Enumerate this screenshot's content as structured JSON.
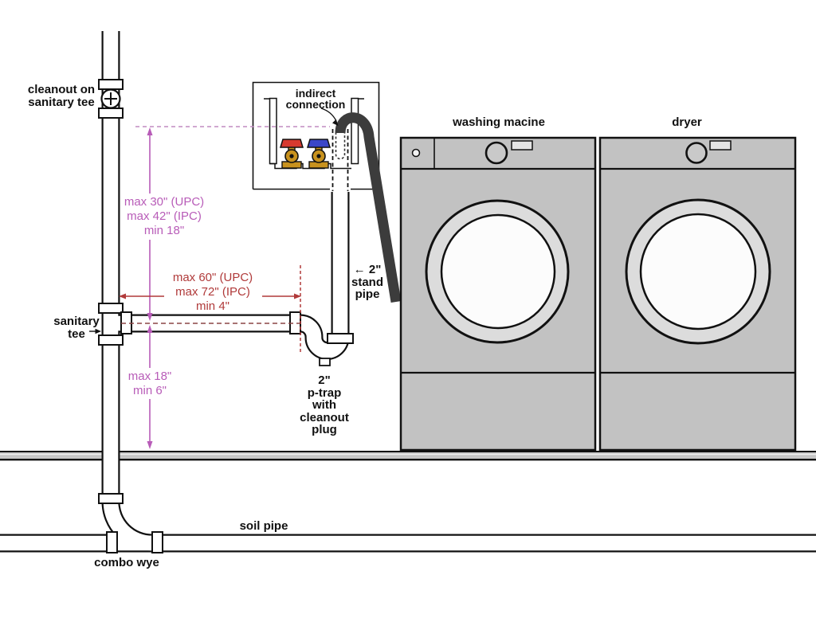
{
  "title": "washing machine standpipe plumbing diagram",
  "labels": {
    "cleanout": "cleanout on\nsanitary tee",
    "sanitary_tee": "sanitary\ntee",
    "indirect_connection": "indirect\nconnection",
    "standpipe": "← 2\"\nstand\npipe",
    "ptrap": "2\"\np-trap\nwith\ncleanout\nplug",
    "washer": "washing macine",
    "dryer": "dryer",
    "soil_pipe": "soil pipe",
    "combo_wye": "combo wye"
  },
  "dimensions": {
    "standpipe_height": "max 30\" (UPC)\nmax 42\" (IPC)\nmin 18\"",
    "trap_arm_length": "max 60\" (UPC)\nmax 72\" (IPC)\nmin 4\"",
    "trap_height": "max 18\"\nmin 6\""
  },
  "colors": {
    "dim_purple": "#b85cb8",
    "dim_purple_dash": "#c08cc0",
    "dim_red": "#b03a3a",
    "pipe_centerline_maroon": "#8b4545",
    "pipe_outline": "#111111",
    "machine_gray": "#c2c2c2",
    "drum_ring_gray": "#dcdcdc",
    "floor_gray": "#c6c6c6",
    "hose_dark": "#3c3c3c",
    "valve_red": "#d63a2f",
    "valve_blue": "#3a46c8",
    "valve_brass": "#c8921e"
  }
}
